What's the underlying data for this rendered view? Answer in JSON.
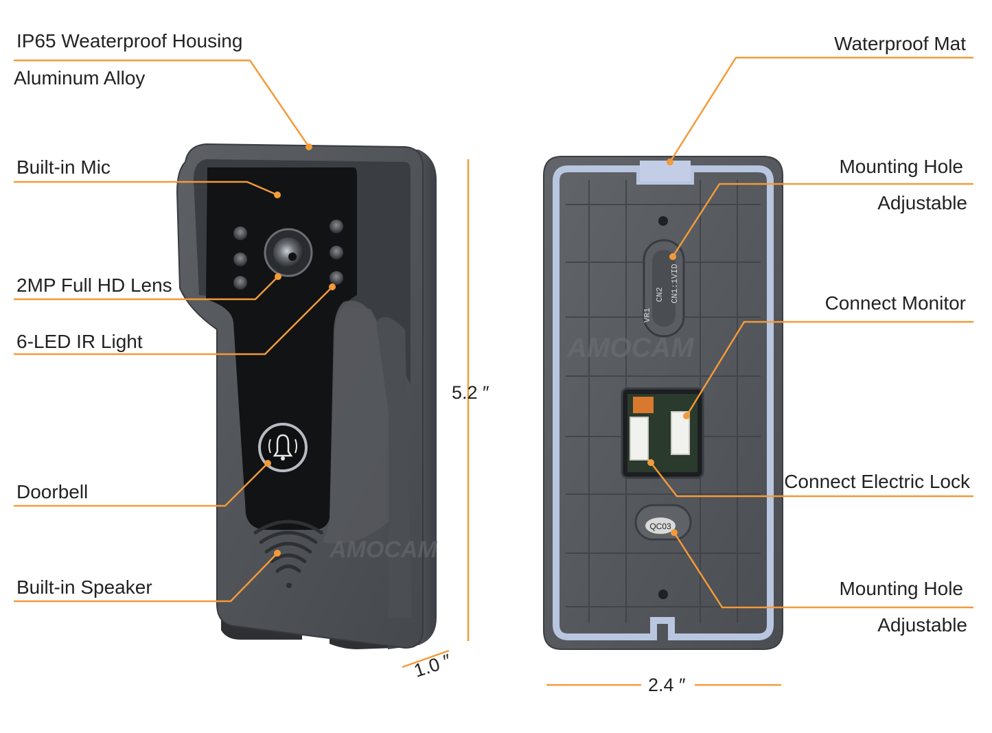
{
  "accent_color": "#F39A3A",
  "device_color": "#4e5156",
  "front": {
    "labels": {
      "housing": "IP65 Weaterproof Housing",
      "alloy": "Aluminum Alloy",
      "mic": "Built-in Mic",
      "lens": "2MP Full HD Lens",
      "ir": "6-LED IR Light",
      "doorbell": "Doorbell",
      "speaker": "Built-in Speaker"
    },
    "icons": [
      "camera-lens-icon",
      "bell-icon",
      "speaker-wave-icon"
    ],
    "watermark": "AMOCAM"
  },
  "back": {
    "labels": {
      "mat": "Waterproof Mat",
      "mount_top": "Mounting Hole",
      "mount_top_sub": "Adjustable",
      "monitor": "Connect Monitor",
      "lock": "Connect Electric Lock",
      "mount_bottom": "Mounting Hole",
      "mount_bottom_sub": "Adjustable"
    },
    "watermark": "AMOCAM",
    "board_text": [
      "VR1",
      "CN1:1VID",
      "CN2"
    ],
    "sticker": "QC03"
  },
  "dimensions": {
    "height": "5.2 ″",
    "depth": "1.0 ″",
    "width": "2.4 ″"
  }
}
